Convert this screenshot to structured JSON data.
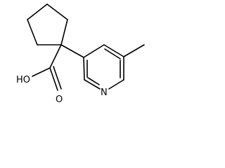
{
  "molecule": {
    "atom_labels": {
      "hydroxyl": "HO",
      "carbonyl_oxygen": "O",
      "pyridine_nitrogen": "N"
    },
    "colors": {
      "bond": "#000000",
      "label": "#000000",
      "background": "#ffffff"
    }
  }
}
